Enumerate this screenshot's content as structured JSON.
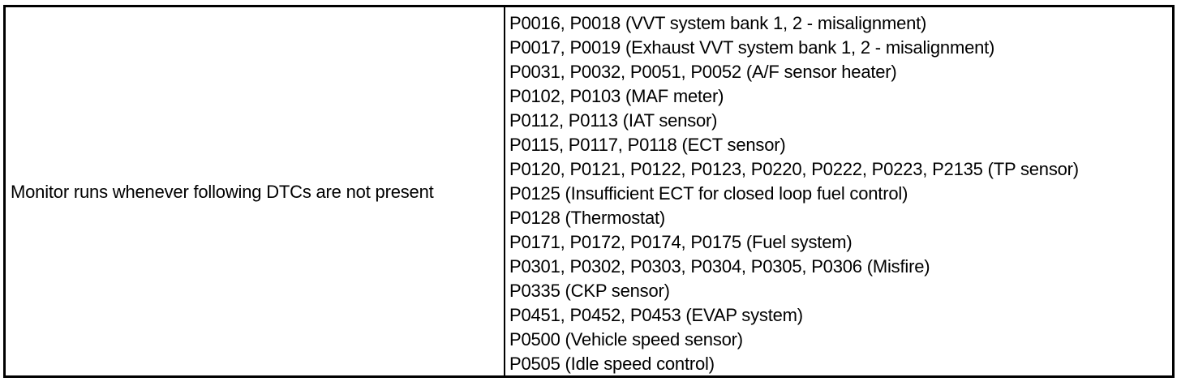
{
  "table": {
    "condition_label": "Monitor runs whenever following DTCs are not present",
    "dtc_lines": [
      "P0016, P0018 (VVT system bank 1, 2 - misalignment)",
      "P0017, P0019 (Exhaust VVT system bank 1, 2 - misalignment)",
      "P0031, P0032, P0051, P0052 (A/F sensor heater)",
      "P0102, P0103 (MAF meter)",
      "P0112, P0113 (IAT sensor)",
      "P0115, P0117, P0118 (ECT sensor)",
      "P0120, P0121, P0122, P0123, P0220, P0222, P0223, P2135 (TP sensor)",
      "P0125 (Insufficient ECT for closed loop fuel control)",
      "P0128 (Thermostat)",
      "P0171, P0172, P0174, P0175 (Fuel system)",
      "P0301, P0302, P0303, P0304, P0305, P0306 (Misfire)",
      "P0335 (CKP sensor)",
      "P0451, P0452, P0453 (EVAP system)",
      "P0500 (Vehicle speed sensor)",
      "P0505 (Idle speed control)"
    ]
  }
}
